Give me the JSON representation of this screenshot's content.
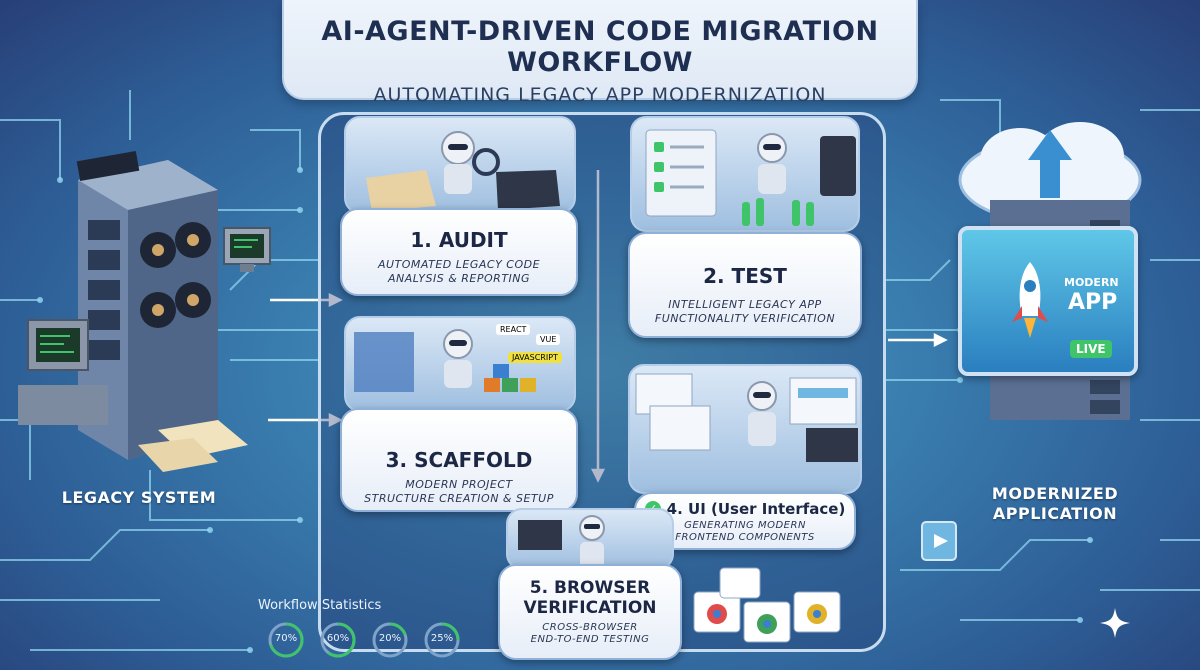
{
  "title": "AI-AGENT-DRIVEN CODE MIGRATION WORKFLOW",
  "subtitle": "AUTOMATING LEGACY APP MODERNIZATION",
  "legacy_label": "LEGACY SYSTEM",
  "modern_label_line1": "MODERNIZED",
  "modern_label_line2": "APPLICATION",
  "modern_app": {
    "line1": "MODERN",
    "line2": "APP",
    "badge": "LIVE"
  },
  "tech_labels": [
    "REACT",
    "VUE",
    "JAVASCRIPT"
  ],
  "steps": [
    {
      "title": "1. AUDIT",
      "desc_line1": "AUTOMATED LEGACY CODE",
      "desc_line2": "ANALYSIS & REPORTING"
    },
    {
      "title": "2. TEST",
      "desc_line1": "INTELLIGENT LEGACY APP",
      "desc_line2": "FUNCTIONALITY VERIFICATION"
    },
    {
      "title": "3. SCAFFOLD",
      "desc_line1": "MODERN PROJECT",
      "desc_line2": "STRUCTURE CREATION & SETUP"
    },
    {
      "title": "4. UI (User Interface)",
      "desc_line1": "GENERATING MODERN",
      "desc_line2": "FRONTEND COMPONENTS"
    },
    {
      "title_line1": "5. BROWSER",
      "title_line2": "VERIFICATION",
      "desc_line1": "CROSS-BROWSER",
      "desc_line2": "END-TO-END TESTING"
    }
  ],
  "stats": {
    "label": "Workflow Statistics",
    "values": [
      "70%",
      "60%",
      "20%",
      "25%"
    ],
    "fractions": [
      0.7,
      0.6,
      0.2,
      0.25
    ]
  },
  "colors": {
    "accent_green": "#3fc46a",
    "circuit": "#8fd4ef",
    "frame": "#c8dcf0",
    "card_title": "#1b2744"
  }
}
